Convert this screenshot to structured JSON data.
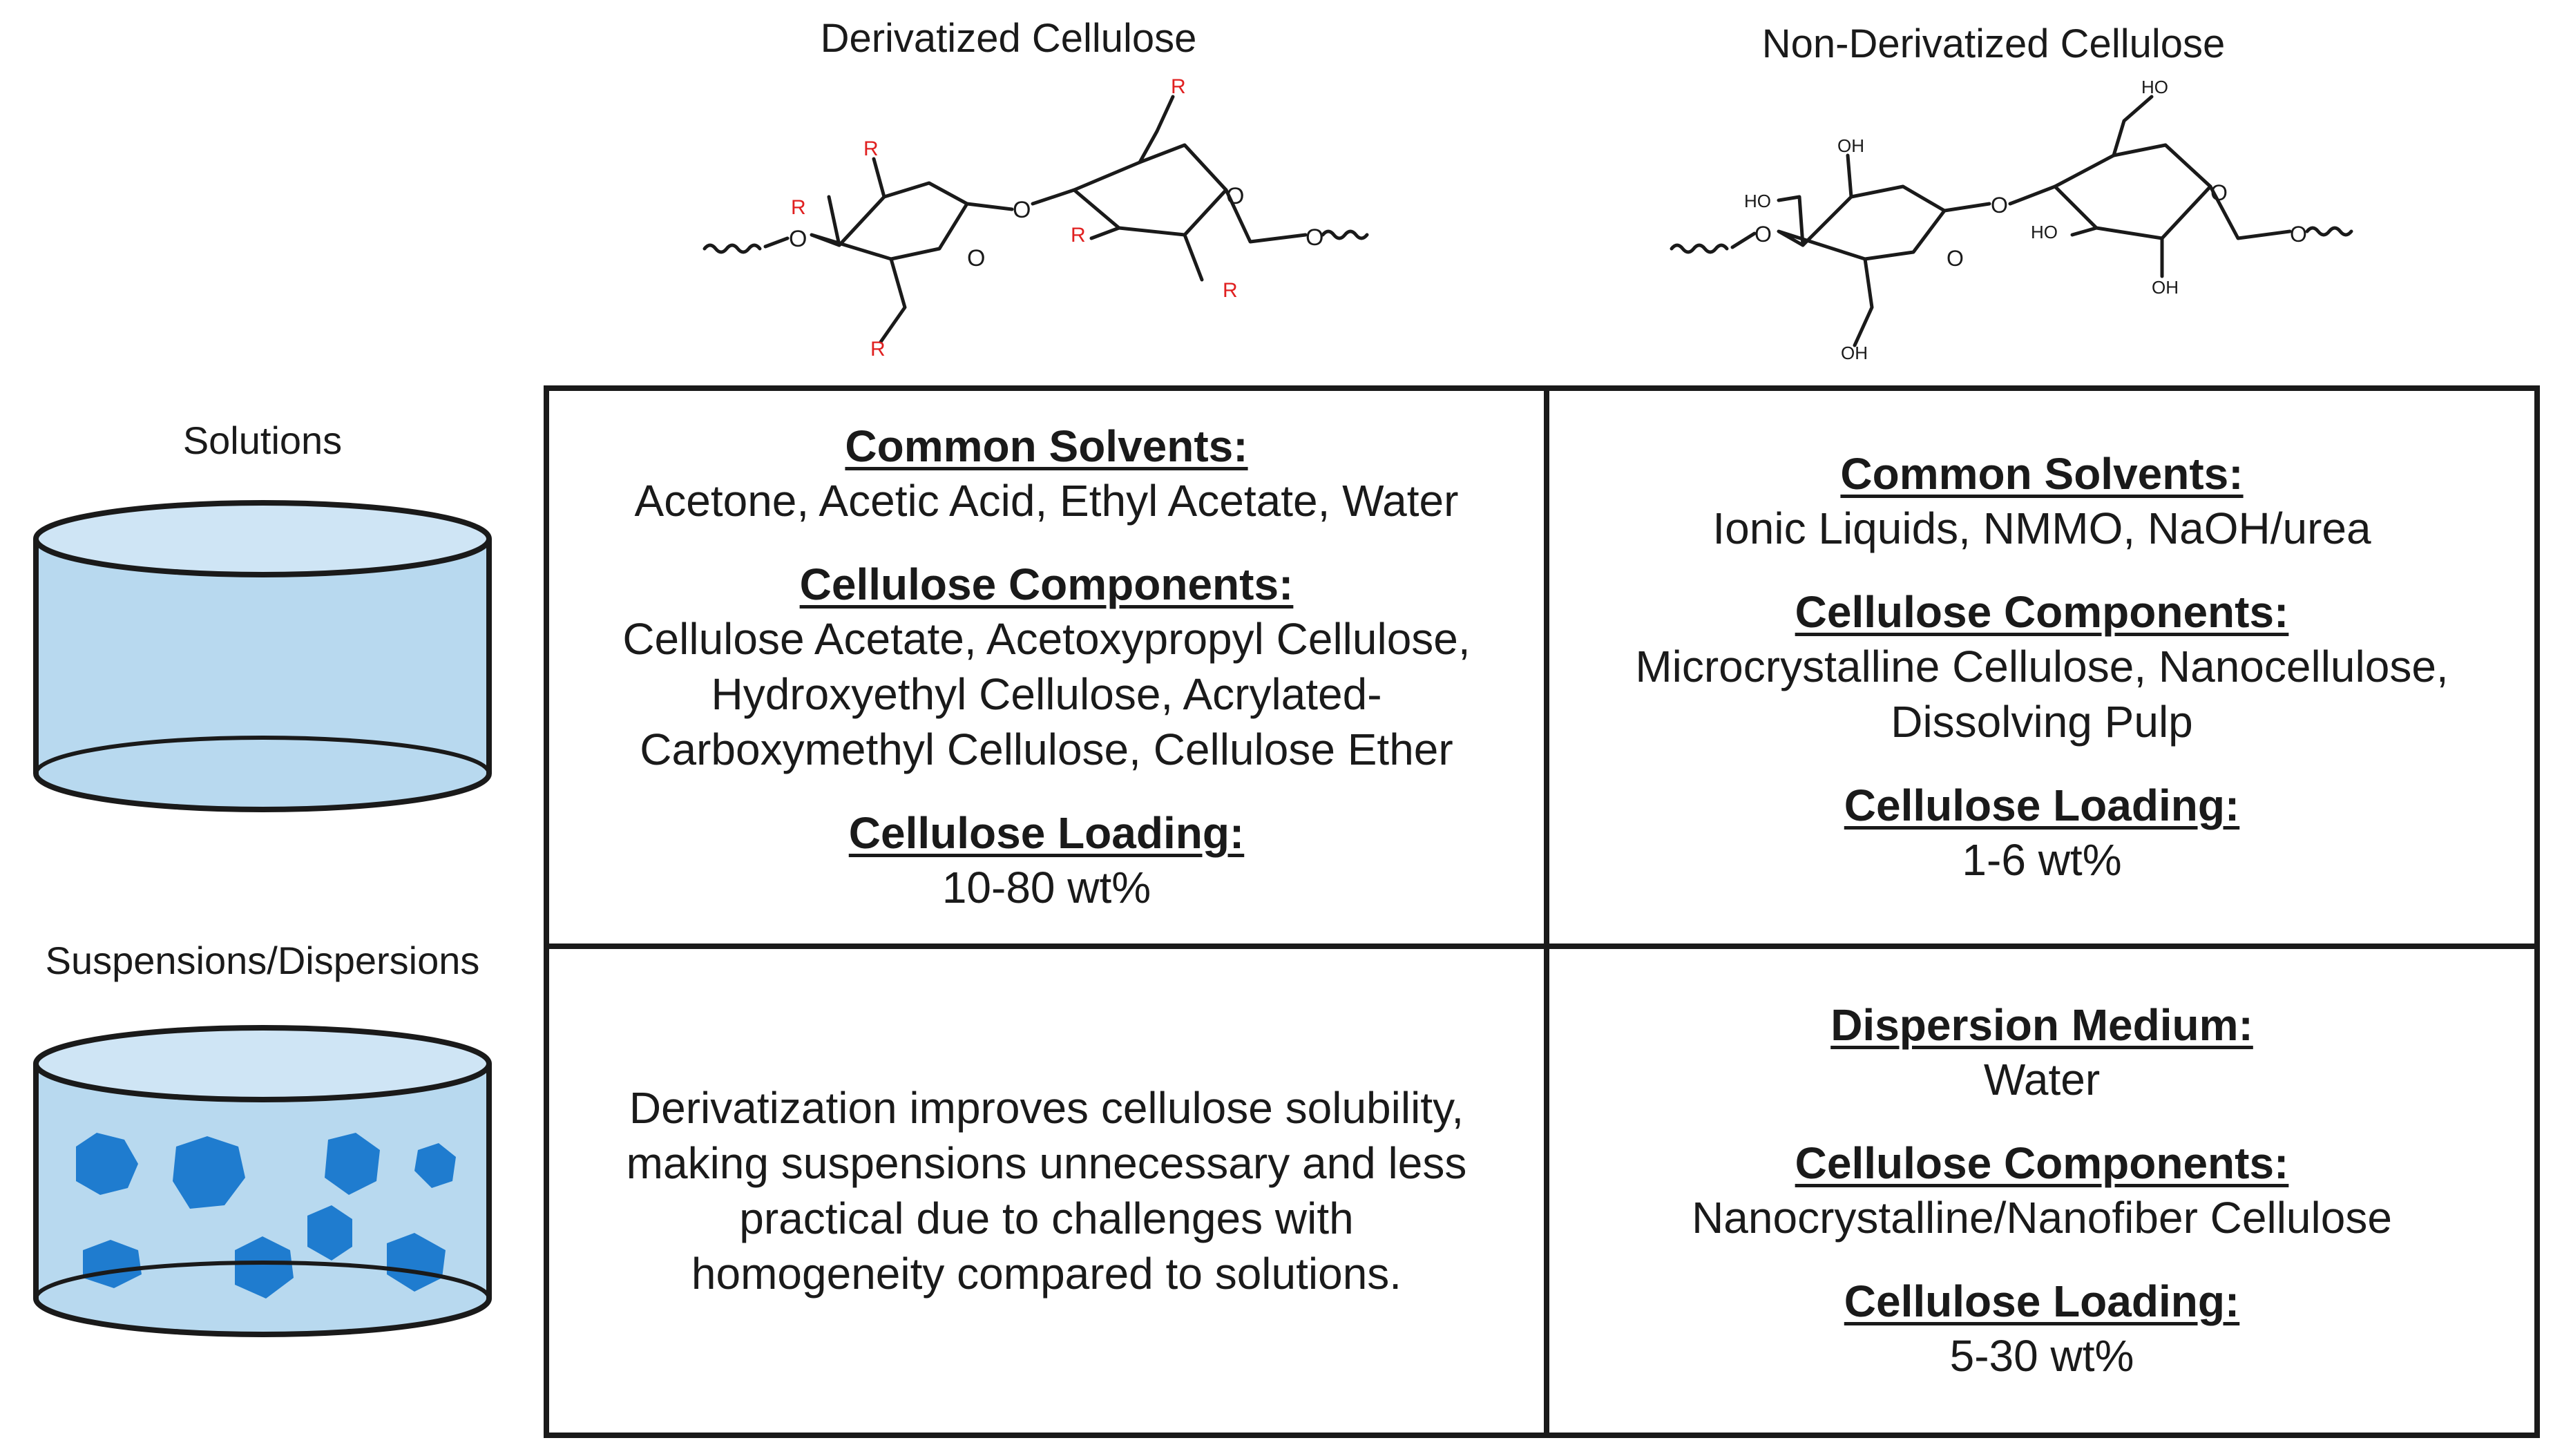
{
  "columns": {
    "derivatized": "Derivatized Cellulose",
    "non_derivatized": "Non-Derivatized Cellulose"
  },
  "rows": {
    "solutions": "Solutions",
    "suspensions": "Suspensions/Dispersions"
  },
  "molecule_labels": {
    "r": "R",
    "o": "O",
    "oh": "OH",
    "ho": "HO"
  },
  "colors": {
    "r_group": "#e02020",
    "liquid": "#b8d9ef",
    "liquid_top": "#cfe5f5",
    "particles": "#1f7ccf",
    "border": "#1a1a1a"
  },
  "cells": {
    "deriv_solutions": {
      "h1": "Common Solvents:",
      "t1": "Acetone, Acetic Acid, Ethyl Acetate, Water",
      "h2": "Cellulose Components:",
      "t2": "Cellulose Acetate, Acetoxypropyl Cellulose,\nHydroxyethyl Cellulose, Acrylated-\nCarboxymethyl Cellulose, Cellulose Ether",
      "h3": "Cellulose Loading:",
      "t3": "10-80 wt%"
    },
    "nonderiv_solutions": {
      "h1": "Common Solvents:",
      "t1": "Ionic Liquids, NMMO, NaOH/urea",
      "h2": "Cellulose Components:",
      "t2": "Microcrystalline Cellulose, Nanocellulose,\nDissolving Pulp",
      "h3": "Cellulose Loading:",
      "t3": "1-6 wt%"
    },
    "deriv_suspensions": {
      "text": "Derivatization improves cellulose solubility,\nmaking suspensions unnecessary and less\npractical due to challenges with\nhomogeneity compared to solutions."
    },
    "nonderiv_suspensions": {
      "h1": "Dispersion Medium:",
      "t1": "Water",
      "h2": "Cellulose Components:",
      "t2": "Nanocrystalline/Nanofiber Cellulose",
      "h3": "Cellulose Loading:",
      "t3": "5-30 wt%"
    }
  }
}
